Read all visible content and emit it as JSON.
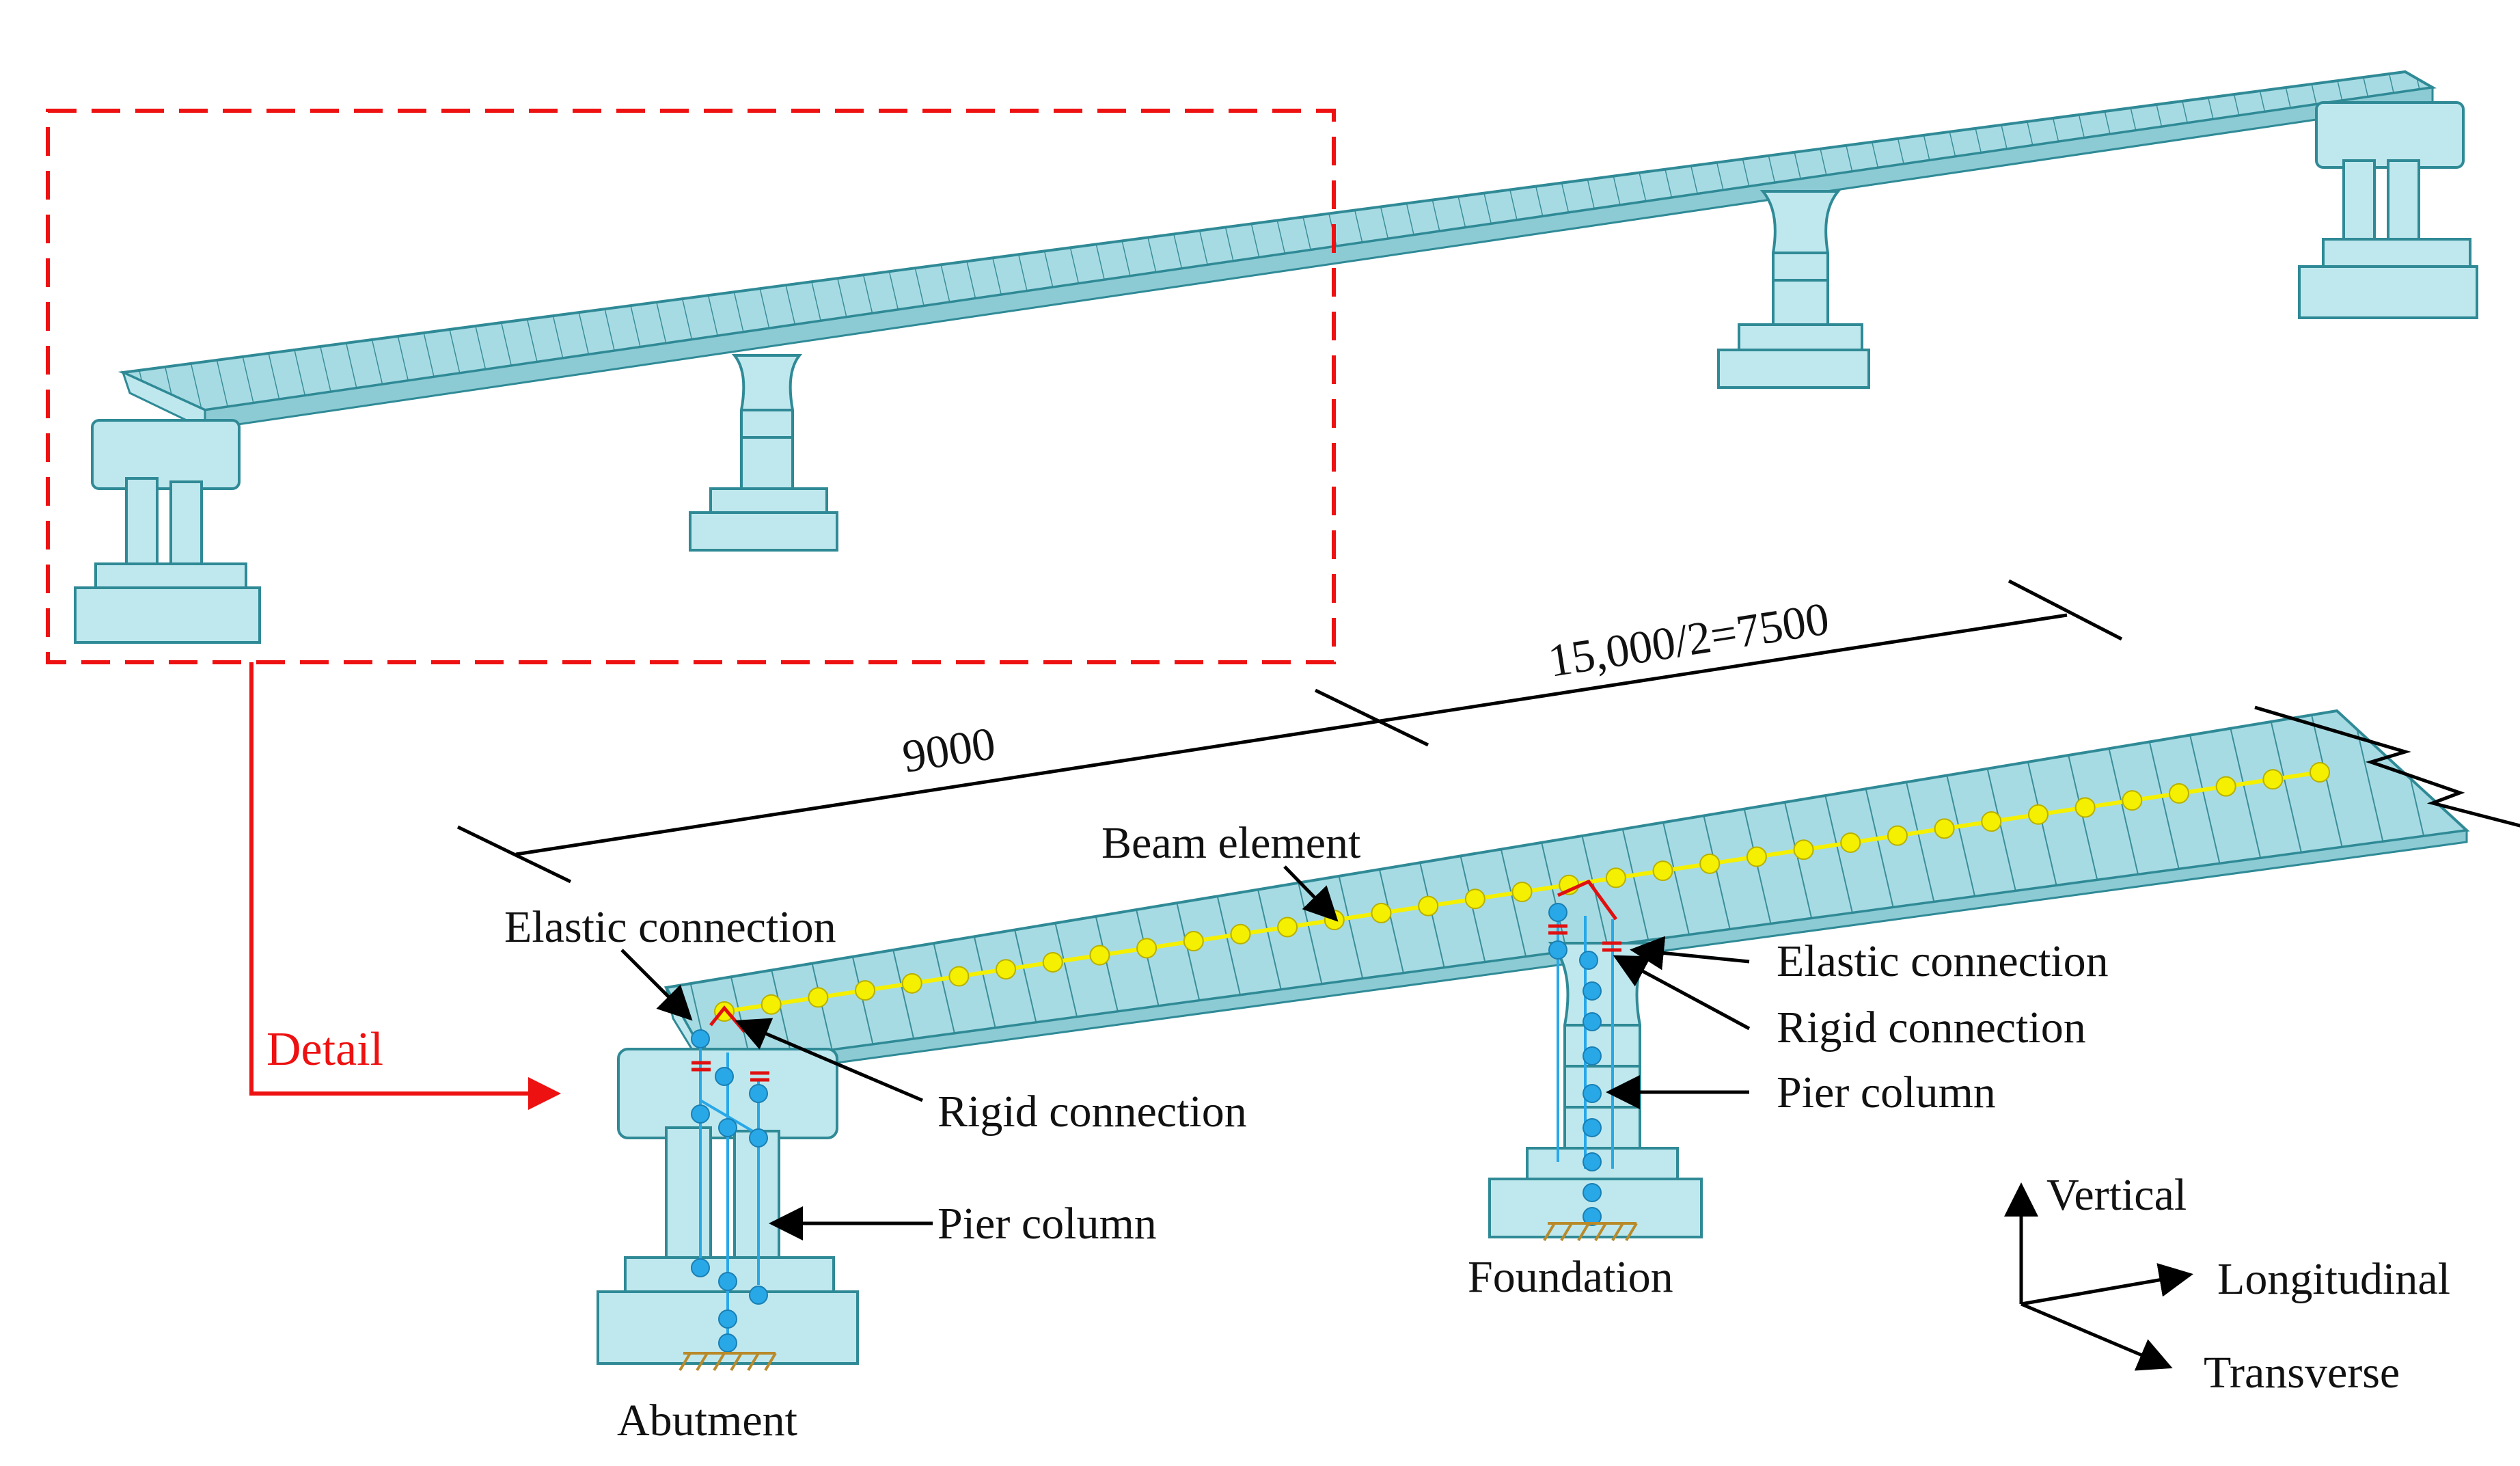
{
  "labels": {
    "detail": "Detail",
    "dim_left": "9000",
    "dim_right": "15,000/2=7500",
    "beam_element": "Beam element",
    "elastic_left": "Elastic connection",
    "rigid_left": "Rigid connection",
    "pier_left": "Pier column",
    "abutment": "Abutment",
    "elastic_right": "Elastic connection",
    "rigid_right": "Rigid connection",
    "pier_right": "Pier column",
    "foundation": "Foundation",
    "axis_vertical": "Vertical",
    "axis_longitudinal": "Longitudinal",
    "axis_transverse": "Transverse"
  },
  "colors": {
    "structure_fill": "#bfe8ee",
    "structure_edge": "#2f8a96",
    "deck_top": "#9fd6de",
    "node": "#29a8e8",
    "beam_node": "#f4f000",
    "connection": "#e01010",
    "detail_box": "#ee1111",
    "fixity": "#b88a2a"
  }
}
